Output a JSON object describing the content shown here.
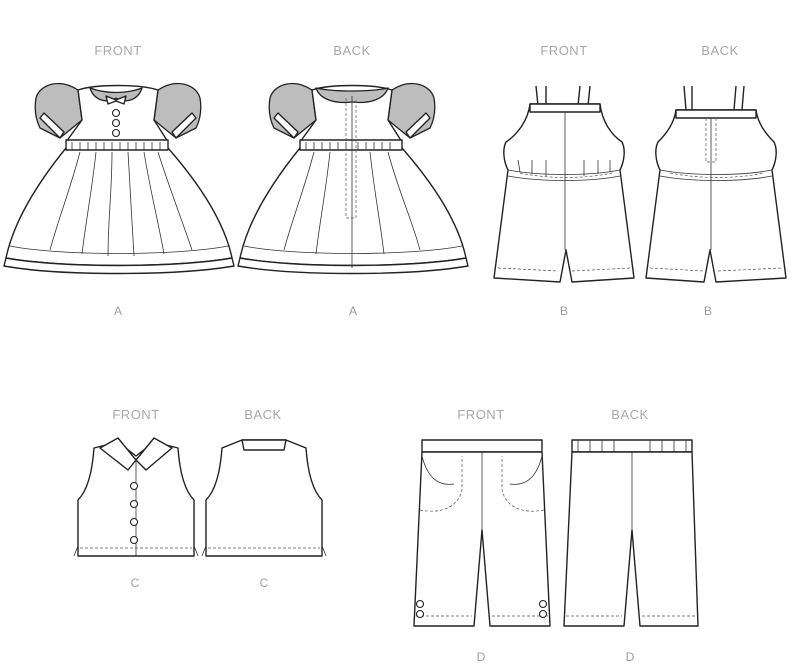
{
  "views": {
    "dress_front": "FRONT",
    "dress_back": "BACK",
    "romper_front": "FRONT",
    "romper_back": "BACK",
    "vest_front": "FRONT",
    "vest_back": "BACK",
    "pants_front": "FRONT",
    "pants_back": "BACK"
  },
  "labels": {
    "dress_front": "A",
    "dress_back": "A",
    "romper_front": "B",
    "romper_back": "B",
    "vest_front": "C",
    "vest_back": "C",
    "pants_front": "D",
    "pants_back": "D"
  }
}
